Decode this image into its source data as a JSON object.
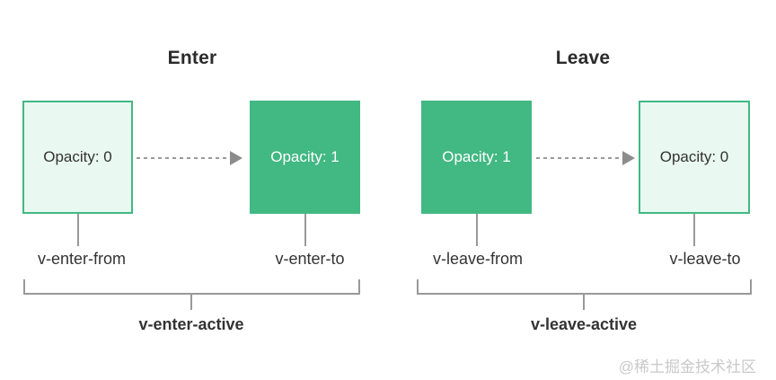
{
  "colors": {
    "green": "#42b883",
    "light_green": "#e9f8f0",
    "line_gray": "#999999",
    "arrow_gray": "#8c8c8c",
    "text_dark": "#333333",
    "watermark_gray": "#c9c9c9"
  },
  "sections": [
    {
      "id": "enter",
      "title": "Enter",
      "from_box": {
        "label": "Opacity: 0",
        "style": "light"
      },
      "to_box": {
        "label": "Opacity: 1",
        "style": "solid"
      },
      "from_label": "v-enter-from",
      "to_label": "v-enter-to",
      "active_label": "v-enter-active"
    },
    {
      "id": "leave",
      "title": "Leave",
      "from_box": {
        "label": "Opacity: 1",
        "style": "solid"
      },
      "to_box": {
        "label": "Opacity: 0",
        "style": "light"
      },
      "from_label": "v-leave-from",
      "to_label": "v-leave-to",
      "active_label": "v-leave-active"
    }
  ],
  "watermark": "@稀土掘金技术社区"
}
